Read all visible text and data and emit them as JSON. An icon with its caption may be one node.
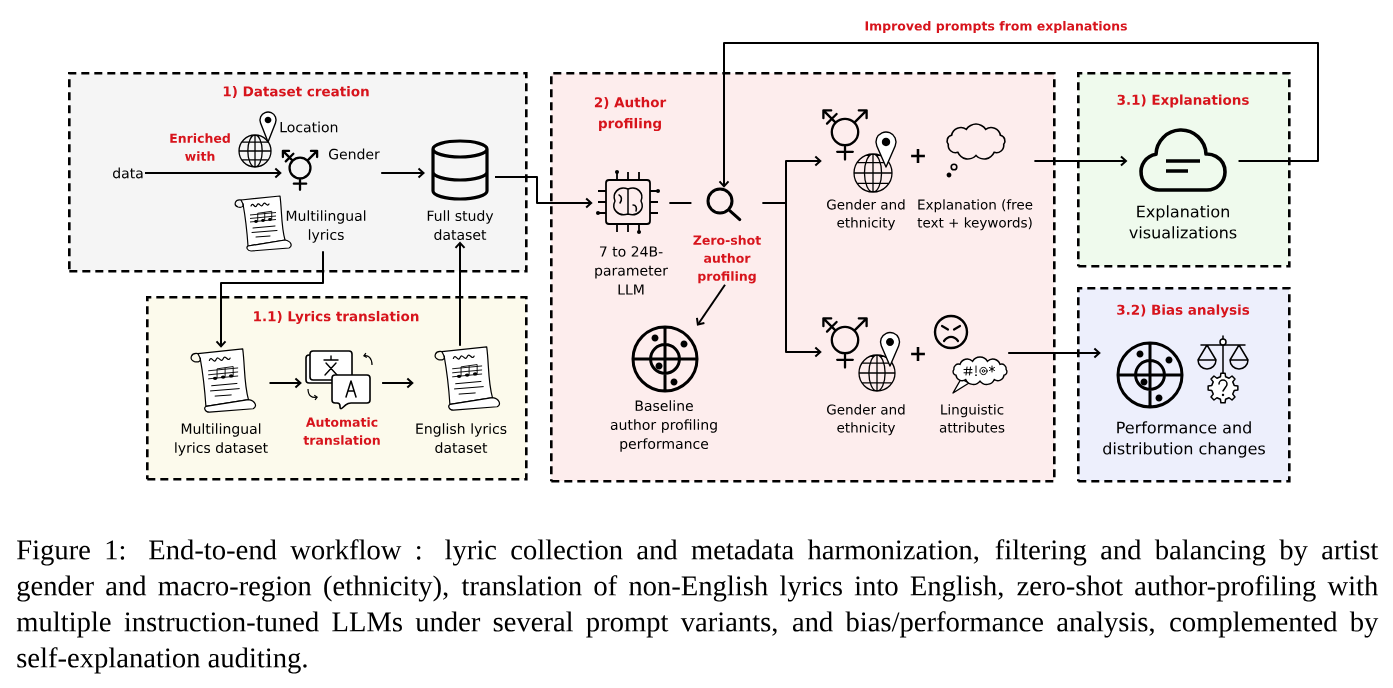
{
  "diagram": {
    "caption": "Figure 1: End-to-end workflow : lyric collection and metadata harmonization, filtering and balancing by artist gender and macro-region (ethnicity), translation of non-English lyrics into English, zero-shot author-profiling with multiple instruction-tuned LLMs under several prompt variants, and bias/performance analysis, complemented by self-explanation auditing.",
    "nodes": [
      {
        "text": [
          "1) Dataset creation"
        ]
      },
      {
        "text": [
          "data"
        ],
        "in": 0
      },
      {
        "text": [
          "Location"
        ],
        "in": 0
      },
      {
        "text": [
          "Gender"
        ],
        "in": 0
      },
      {
        "text": [
          "Multilingual lyrics"
        ],
        "in": 0
      },
      {
        "text": [
          "Full study dataset"
        ],
        "in": 0
      },
      {
        "text": [
          "1.1) Lyrics translation"
        ]
      },
      {
        "text": [
          "Multilingual lyrics dataset"
        ],
        "in": 6
      },
      {
        "text": [
          "Automatic translation"
        ],
        "in": 6
      },
      {
        "text": [
          "English lyrics dataset"
        ],
        "in": 6
      },
      {
        "text": [
          "2) Author profiling"
        ]
      },
      {
        "text": [
          "7 to 24B- parameter LLM"
        ],
        "in": 10
      },
      {
        "text": [
          "Zero-shot author profiling"
        ],
        "in": 10
      },
      {
        "text": [
          "Gender and ethnicity"
        ],
        "in": 10
      },
      {
        "text": [
          "Explanation (free text + keywords)"
        ],
        "in": 10
      },
      {
        "text": [
          "Baseline author profiling performance"
        ],
        "in": 10
      },
      {
        "text": [
          "Gender and ethnicity"
        ],
        "in": 10
      },
      {
        "text": [
          "Linguistic attributes"
        ],
        "in": 10
      },
      {
        "text": [
          "3.1) Explanations"
        ]
      },
      {
        "text": [
          "Explanation visualizations"
        ],
        "in": 18
      },
      {
        "text": [
          "3.2) Bias analysis"
        ]
      },
      {
        "text": [
          "Performance and distribution changes"
        ],
        "in": 20
      }
    ],
    "edges": [
      {
        "from": 1,
        "to": 3,
        "arrow": "to",
        "label": "Enriched with"
      },
      {
        "from": 3,
        "to": 5,
        "arrow": "to"
      },
      {
        "from": 4,
        "to": 7,
        "arrow": "to"
      },
      {
        "from": 9,
        "to": 5,
        "arrow": "to"
      },
      {
        "from": 5,
        "to": 11,
        "arrow": "to"
      },
      {
        "from": 7,
        "to": 8,
        "arrow": "to"
      },
      {
        "from": 8,
        "to": 9,
        "arrow": "to"
      },
      {
        "from": 11,
        "to": 12,
        "arrow": "none"
      },
      {
        "from": 12,
        "to": 13,
        "arrow": "to"
      },
      {
        "from": 12,
        "to": 16,
        "arrow": "to"
      },
      {
        "from": 12,
        "to": 15,
        "arrow": "to"
      },
      {
        "from": 14,
        "to": 19,
        "arrow": "to"
      },
      {
        "from": 17,
        "to": 21,
        "arrow": "to"
      },
      {
        "from": 19,
        "to": 12,
        "arrow": "to",
        "label": "Improved prompts from explanations"
      }
    ],
    "labels": [
      "+",
      "+"
    ]
  }
}
